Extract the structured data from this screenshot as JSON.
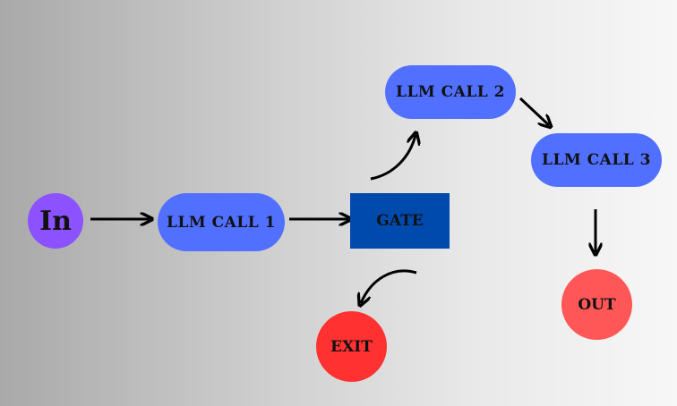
{
  "nodes": {
    "input": {
      "label": "In"
    },
    "llm1": {
      "label": "LLM CALL 1"
    },
    "gate": {
      "label": "GATE"
    },
    "llm2": {
      "label": "LLM CALL 2"
    },
    "llm3": {
      "label": "LLM CALL 3"
    },
    "exit": {
      "label": "EXIT"
    },
    "output": {
      "label": "OUT"
    }
  },
  "colors": {
    "input": "#8c52ff",
    "llm": "#5170ff",
    "gate": "#004aad",
    "exit": "#ff3131",
    "output": "#ff5757",
    "arrow": "#000000"
  }
}
